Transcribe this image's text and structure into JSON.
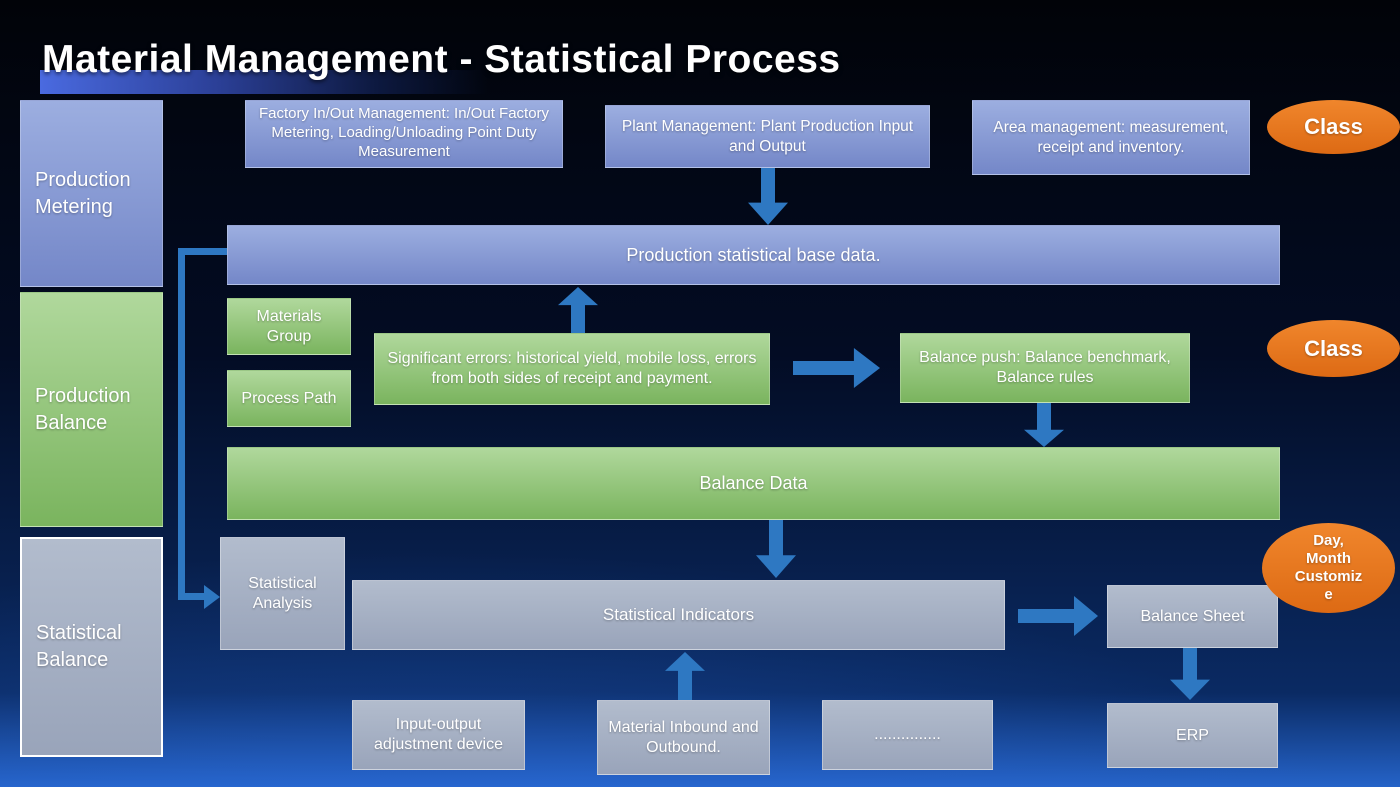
{
  "title": "Material Management - Statistical Process",
  "lanes": {
    "production_metering": "Production Metering",
    "production_balance": "Production Balance",
    "statistical_balance": "Statistical Balance"
  },
  "badges": {
    "class_top": "Class",
    "class_mid": "Class",
    "day_month": "Day, Month Customize"
  },
  "boxes": {
    "factory": "Factory In/Out Management: In/Out Factory Metering, Loading/Unloading Point Duty Measurement",
    "plant": "Plant Management: Plant Production Input and Output",
    "area": "Area management: measurement, receipt and inventory.",
    "base_data": "Production statistical base data.",
    "materials_group": "Materials Group",
    "process_path": "Process Path",
    "significant_errors": "Significant errors: historical yield, mobile loss, errors from both sides of receipt and payment.",
    "balance_push": "Balance push: Balance benchmark, Balance rules",
    "balance_data": "Balance Data",
    "statistical_analysis": "Statistical Analysis",
    "statistical_indicators": "Statistical Indicators",
    "balance_sheet": "Balance Sheet",
    "input_output": "Input-output adjustment device",
    "material_inbound": "Material Inbound and Outbound.",
    "dots": "...............",
    "erp": "ERP"
  },
  "colors": {
    "blue_box": "#8398d2",
    "green_box": "#8cc474",
    "gray_box": "#a6b0c3",
    "orange_badge": "#e8741e",
    "arrow": "#2e78c2",
    "background_top": "#010308",
    "background_bottom": "#2563c8"
  }
}
